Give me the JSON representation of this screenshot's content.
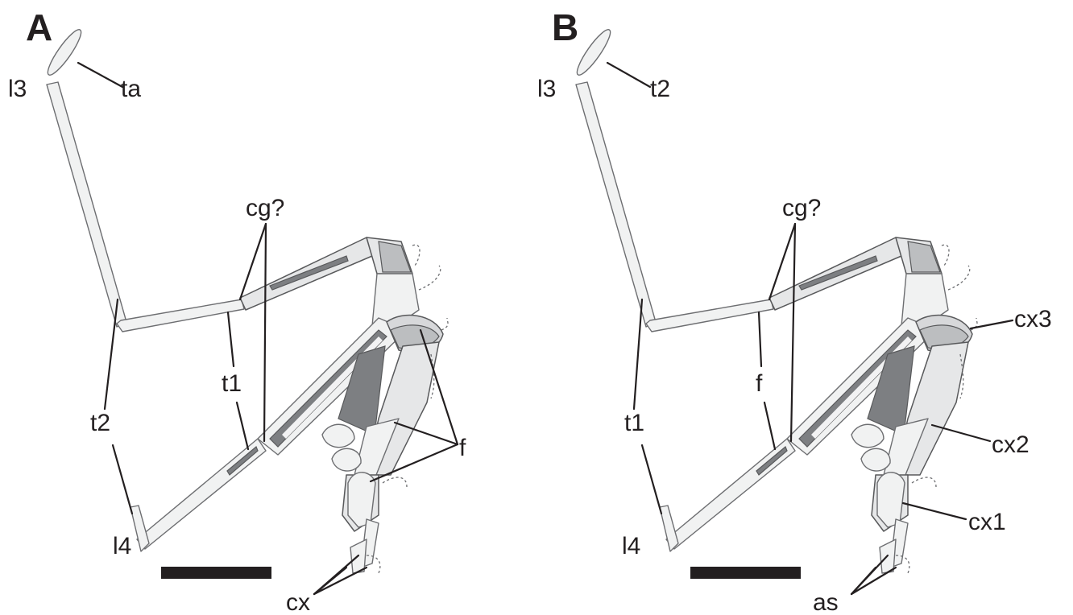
{
  "panels": [
    {
      "id": "A",
      "letter": "A",
      "labels": {
        "l3": "l3",
        "top_tarsus": "ta",
        "cg": "cg?",
        "t1": "t1",
        "t2": "t2",
        "l4": "l4",
        "f": "f",
        "cx": "cx"
      }
    },
    {
      "id": "B",
      "letter": "B",
      "labels": {
        "l3": "l3",
        "top_tarsus": "t2",
        "cg": "cg?",
        "f": "f",
        "t1": "t1",
        "l4": "l4",
        "cx3": "cx3",
        "cx2": "cx2",
        "cx1": "cx1",
        "as": "as"
      }
    }
  ],
  "colors": {
    "ink": "#231f20",
    "segment_fill": "#e6e7e8",
    "segment_shadow": "#7d7f82",
    "scale_bar": "#231f20"
  }
}
